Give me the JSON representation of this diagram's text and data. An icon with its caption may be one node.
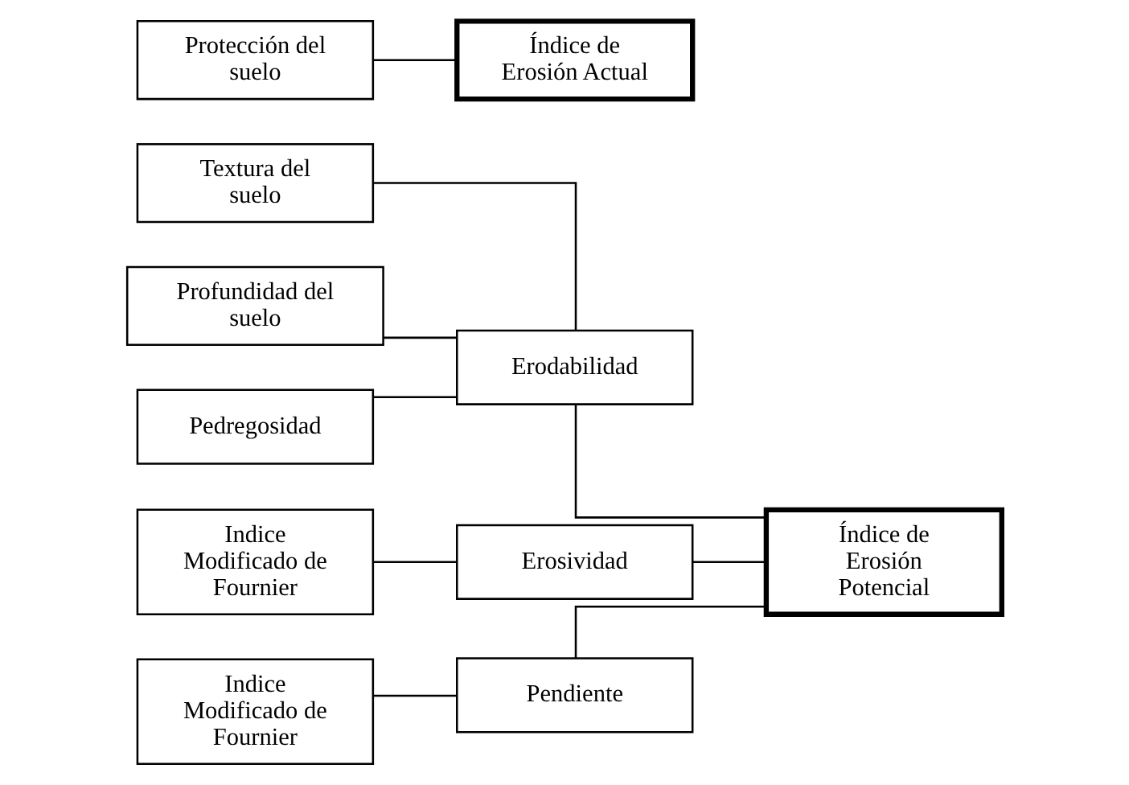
{
  "diagram": {
    "nodes": [
      {
        "text": [
          "Textura del suelo"
        ]
      },
      {
        "text": [
          "Profundidad del suelo"
        ]
      },
      {
        "text": [
          "Pedregosidad"
        ]
      },
      {
        "text": [
          "Erodabilidad"
        ]
      },
      {
        "text": [
          "Indice Modificado de Fournier"
        ]
      },
      {
        "text": [
          "Erosividad"
        ]
      },
      {
        "text": [
          "Indice Modificado de Fournier"
        ]
      },
      {
        "text": [
          "Pendiente"
        ]
      },
      {
        "text": [
          "Índice de Erosión Potencial"
        ]
      },
      {
        "text": [
          "Protección del suelo"
        ]
      },
      {
        "text": [
          "Índice de Erosión Actual"
        ]
      }
    ],
    "edges": [
      {
        "from": 0,
        "to": 3,
        "arrow": "none"
      },
      {
        "from": 1,
        "to": 3,
        "arrow": "none"
      },
      {
        "from": 2,
        "to": 3,
        "arrow": "none"
      },
      {
        "from": 4,
        "to": 5,
        "arrow": "none"
      },
      {
        "from": 6,
        "to": 7,
        "arrow": "none"
      },
      {
        "from": 3,
        "to": 8,
        "arrow": "none"
      },
      {
        "from": 5,
        "to": 8,
        "arrow": "none"
      },
      {
        "from": 7,
        "to": 8,
        "arrow": "none"
      },
      {
        "from": 9,
        "to": 10,
        "arrow": "none"
      }
    ]
  }
}
